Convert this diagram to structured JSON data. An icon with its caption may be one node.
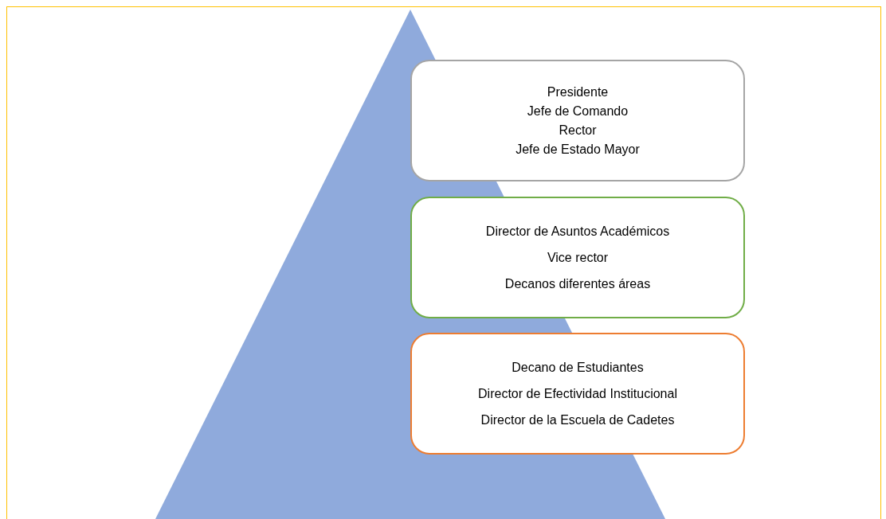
{
  "diagram": {
    "nodes": [
      {
        "text": [],
        "shape": "triangle"
      },
      {
        "text": [
          "Presidente",
          "Jefe de Comando",
          "Rector",
          "Jefe de Estado Mayor"
        ]
      },
      {
        "text": [
          "Director de Asuntos Académicos",
          "Vice rector",
          "Decanos diferentes áreas"
        ]
      },
      {
        "text": [
          "Decano de Estudiantes",
          "Director de Efectividad Institucional",
          "Director de la Escuela de Cadetes"
        ]
      }
    ]
  }
}
